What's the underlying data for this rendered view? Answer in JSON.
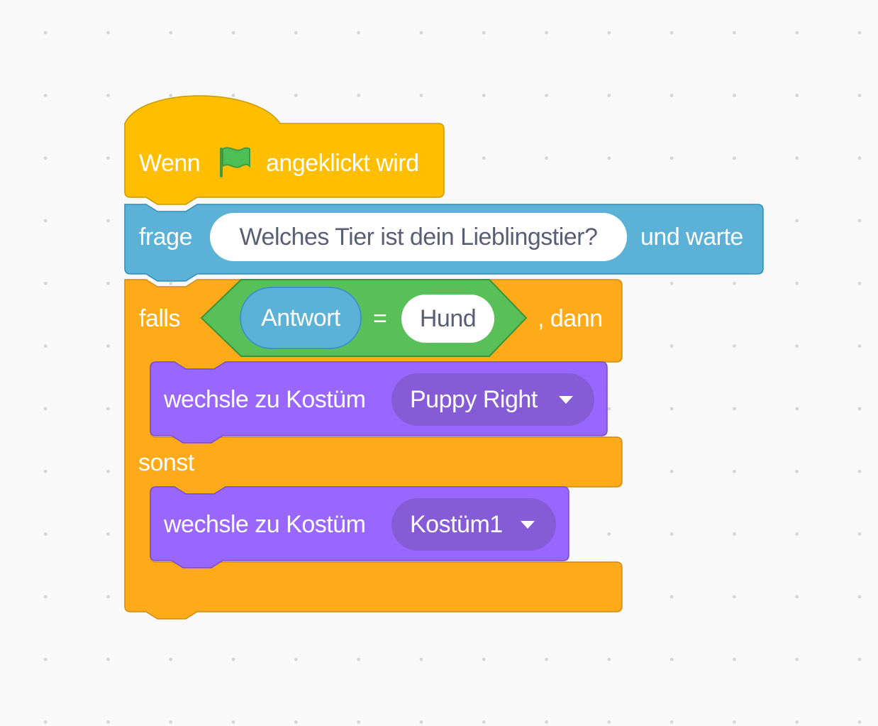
{
  "workspace": {
    "background": "#f9f9f9",
    "colors": {
      "events": "#ffbf00",
      "sensing": "#5cb1d6",
      "control": "#ffab19",
      "operators": "#59c059",
      "looks": "#9966ff",
      "looks_dropdown": "#855cd6"
    }
  },
  "script": {
    "hat": {
      "when": "Wenn",
      "flag_icon": "green-flag-icon",
      "clicked": "angeklickt wird"
    },
    "ask": {
      "label": "frage",
      "question": "Welches Tier ist dein Lieblingstier?",
      "wait": "und warte"
    },
    "if_else": {
      "if_label": "falls",
      "then_label": ", dann",
      "else_label": "sonst",
      "condition": {
        "reporter": "Antwort",
        "operator": "=",
        "value": "Hund"
      },
      "then_block": {
        "label": "wechsle zu Kostüm",
        "costume": "Puppy Right",
        "dropdown_icon": "caret-down-icon"
      },
      "else_block": {
        "label": "wechsle zu Kostüm",
        "costume": "Kostüm1",
        "dropdown_icon": "caret-down-icon"
      }
    }
  }
}
